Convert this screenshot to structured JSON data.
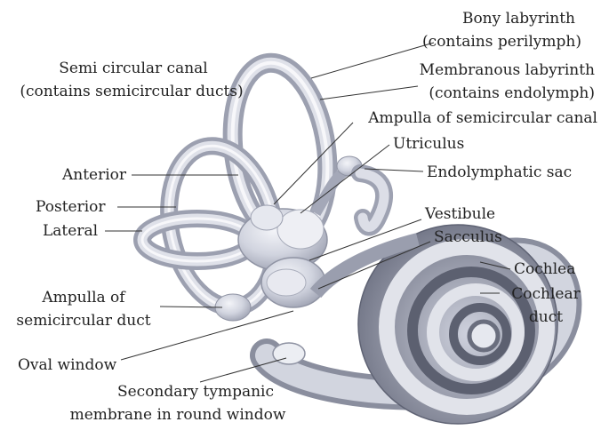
{
  "labels": {
    "bony_labyrinth": [
      "Bony labyrinth",
      "(contains perilymph)"
    ],
    "semicircular_canal": [
      "Semi circular canal",
      "(contains semicircular ducts)"
    ],
    "membranous_labyrinth": [
      "Membranous labyrinth",
      "(contains endolymph)"
    ],
    "ampulla_of_semicircular_canal": "Ampulla of semicircular canal",
    "utriculus": "Utriculus",
    "anterior": "Anterior",
    "endolymphatic_sac": "Endolymphatic sac",
    "posterior": "Posterior",
    "vestibule": "Vestibule",
    "lateral": "Lateral",
    "sacculus": "Sacculus",
    "cochlea": "Cochlea",
    "ampulla_of_semicircular_duct": [
      "Ampulla of",
      "semicircular duct"
    ],
    "cochlear_duct": [
      "Cochlear",
      "duct"
    ],
    "oval_window": "Oval window",
    "secondary_tympanic_membrane": [
      "Secondary tympanic",
      "membrane in round window"
    ]
  },
  "colors": {
    "bony_fill": "#d4d7e2",
    "bony_stroke": "#8f93a3",
    "membranous_fill": "#f2f2f6",
    "cochlea_dark": "#7b7f90",
    "text": "#222222"
  }
}
